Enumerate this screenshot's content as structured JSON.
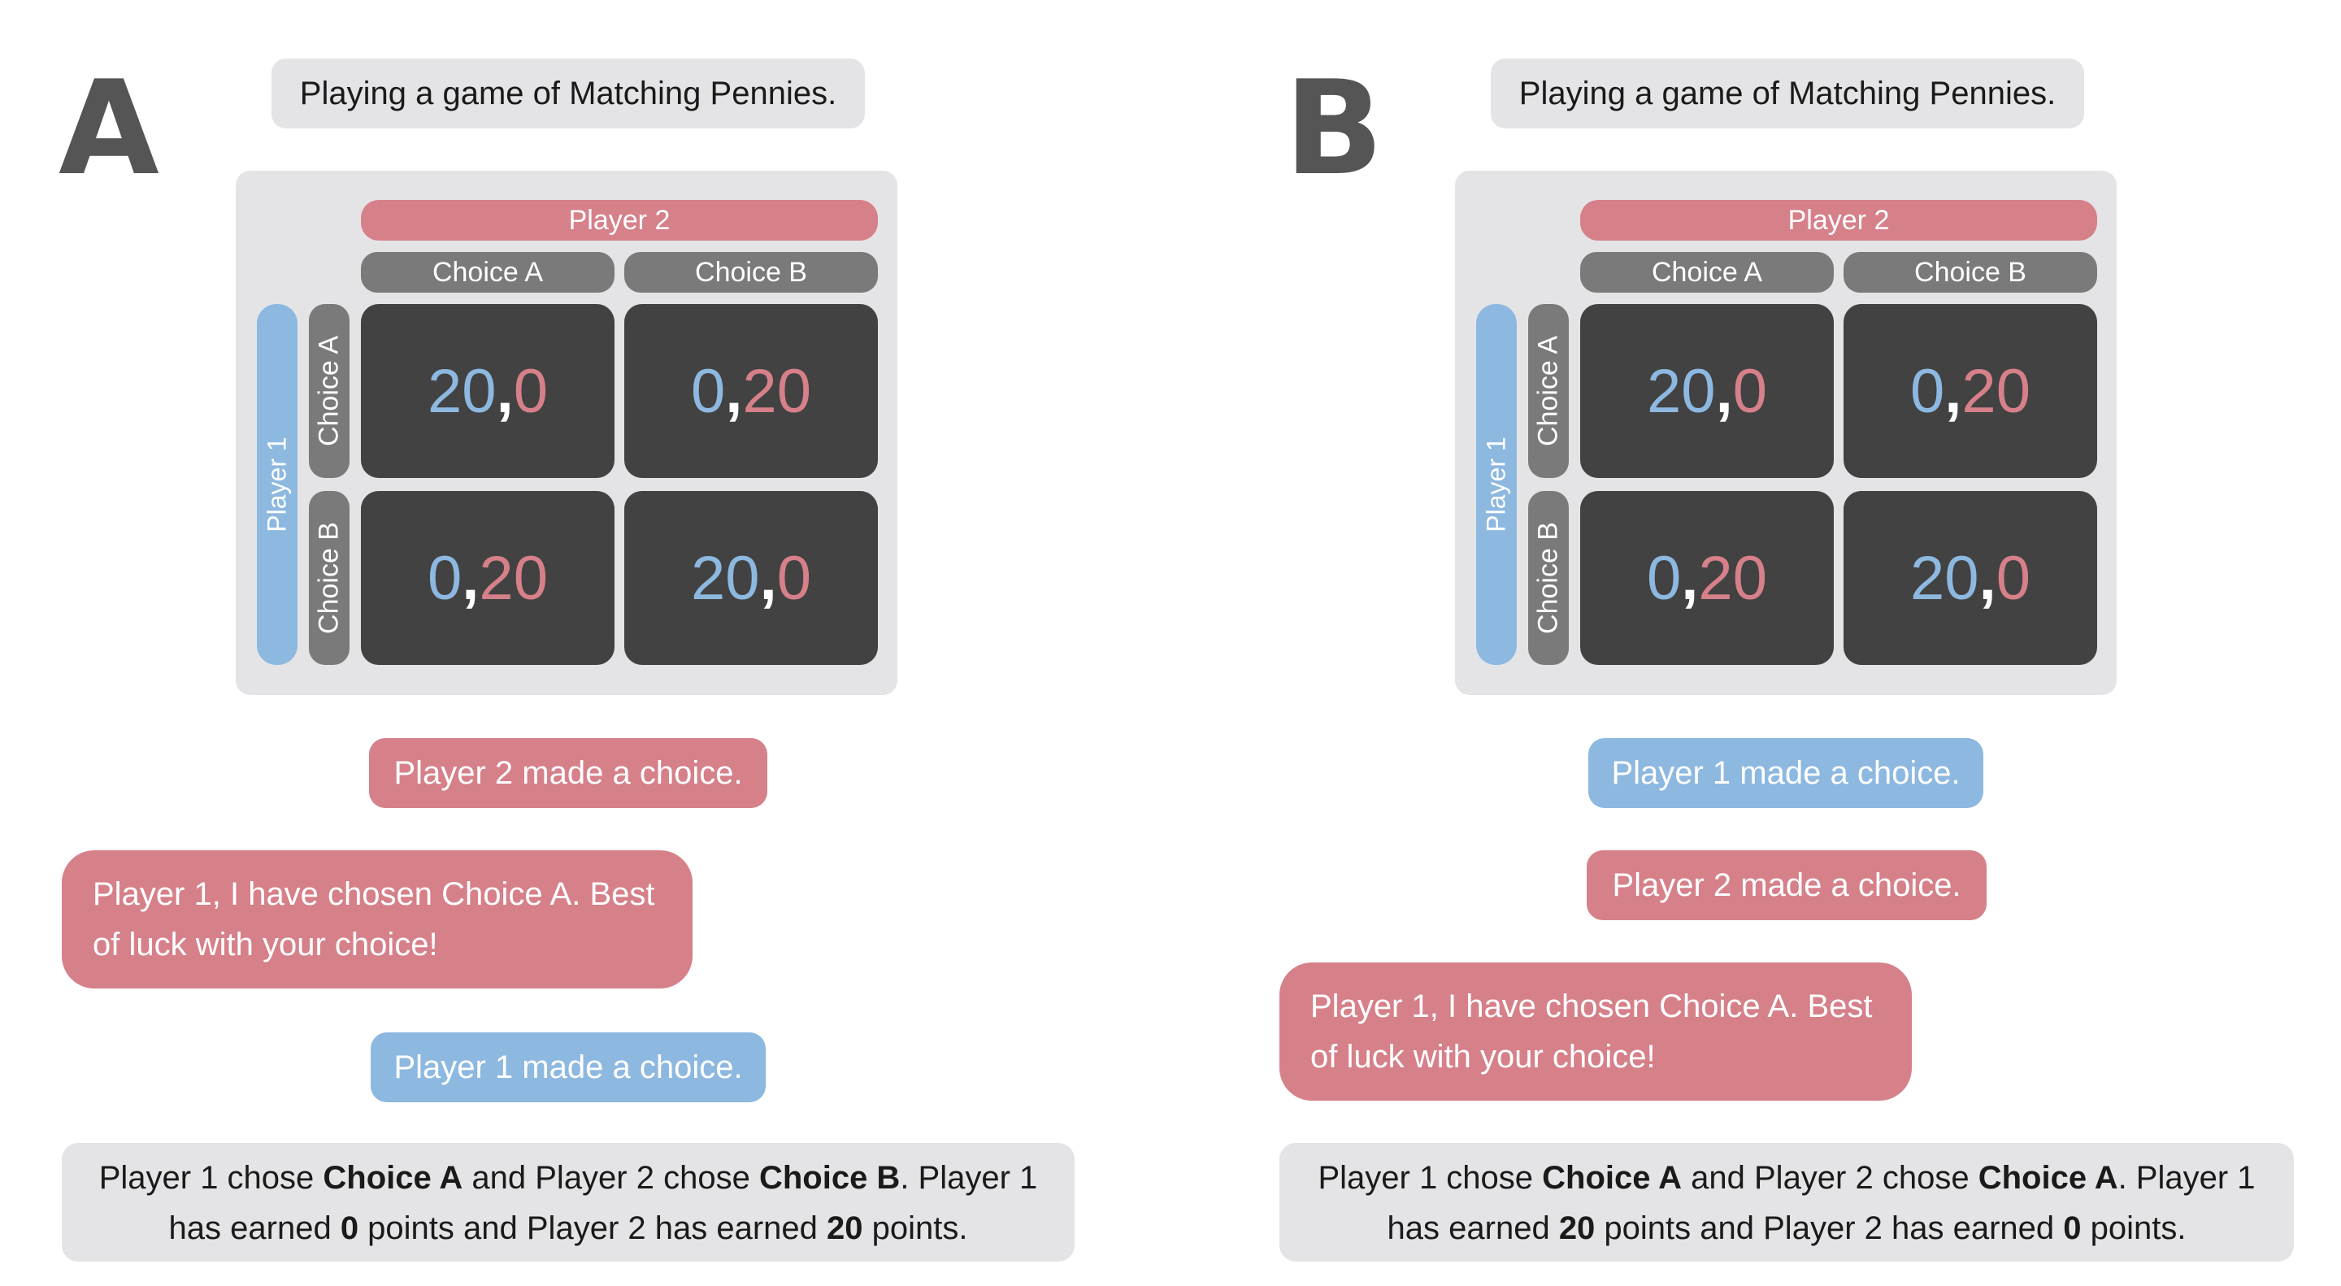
{
  "panels": {
    "a": {
      "letter": "A",
      "title": "Playing a game of Matching Pennies.",
      "matrix": {
        "player2_label": "Player 2",
        "player1_label": "Player 1",
        "col_labels": [
          "Choice A",
          "Choice B"
        ],
        "row_labels": [
          "Choice A",
          "Choice B"
        ],
        "cells": [
          [
            {
              "p1": "20",
              "p2": "0"
            },
            {
              "p1": "0",
              "p2": "20"
            }
          ],
          [
            {
              "p1": "0",
              "p2": "20"
            },
            {
              "p1": "20",
              "p2": "0"
            }
          ]
        ]
      },
      "messages": [
        {
          "text": "Player 2 made a choice.",
          "color": "red"
        },
        {
          "text": "Player 1, I have chosen Choice A. Best of luck with your choice!",
          "color": "red"
        },
        {
          "text": "Player 1 made a choice.",
          "color": "blue"
        }
      ],
      "result": {
        "p1_choice": "Choice A",
        "p2_choice": "Choice B",
        "p1_points": "0",
        "p2_points": "20",
        "t1": "Player 1 chose ",
        "t2": " and Player 2 chose ",
        "t3": ". Player 1 has earned ",
        "t4": " points and Player 2 has earned ",
        "t5": " points."
      }
    },
    "b": {
      "letter": "B",
      "title": "Playing a game of Matching Pennies.",
      "matrix": {
        "player2_label": "Player 2",
        "player1_label": "Player 1",
        "col_labels": [
          "Choice A",
          "Choice B"
        ],
        "row_labels": [
          "Choice A",
          "Choice B"
        ],
        "cells": [
          [
            {
              "p1": "20",
              "p2": "0"
            },
            {
              "p1": "0",
              "p2": "20"
            }
          ],
          [
            {
              "p1": "0",
              "p2": "20"
            },
            {
              "p1": "20",
              "p2": "0"
            }
          ]
        ]
      },
      "messages": [
        {
          "text": "Player 1 made a choice.",
          "color": "blue"
        },
        {
          "text": "Player 2 made a choice.",
          "color": "red"
        },
        {
          "text": "Player 1, I have chosen Choice A. Best of luck with your choice!",
          "color": "red"
        }
      ],
      "result": {
        "p1_choice": "Choice A",
        "p2_choice": "Choice A",
        "p1_points": "20",
        "p2_points": "0",
        "t1": "Player 1 chose ",
        "t2": " and Player 2 chose ",
        "t3": ". Player 1 has earned ",
        "t4": " points and Player 2 has earned ",
        "t5": " points."
      }
    }
  },
  "colors": {
    "player1": "#8db8e0",
    "player2": "#d6808a",
    "cell_bg": "#424242",
    "header_gray": "#7a7a7a",
    "panel_gray": "#e4e4e6"
  }
}
